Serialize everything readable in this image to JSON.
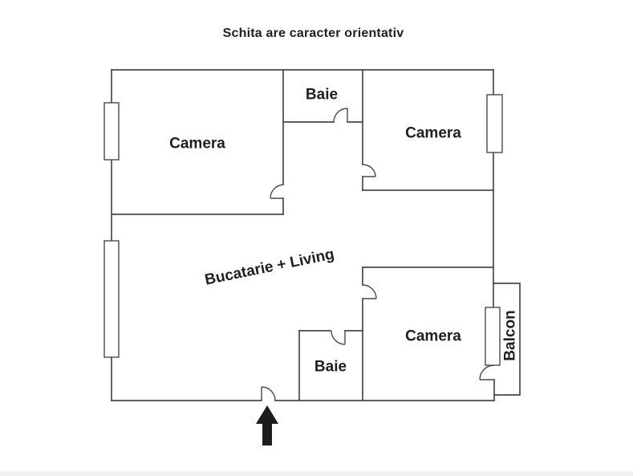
{
  "title": "Schita are caracter orientativ",
  "rooms": [
    {
      "name": "camera-top-left",
      "label": "Camera"
    },
    {
      "name": "baie-top",
      "label": "Baie"
    },
    {
      "name": "camera-top-right",
      "label": "Camera"
    },
    {
      "name": "kitchen-living",
      "label": "Bucatarie + Living"
    },
    {
      "name": "camera-bottom-right",
      "label": "Camera"
    },
    {
      "name": "baie-bottom",
      "label": "Baie"
    },
    {
      "name": "balcony",
      "label": "Balcon"
    }
  ],
  "icons": [
    {
      "name": "entrance-arrow-icon",
      "meaning": "entrance direction pointing up into apartment"
    }
  ],
  "colors": {
    "wall": "#4a4a4a",
    "text": "#1f1f1f",
    "arrow": "#1c1c1c",
    "background": "#ffffff",
    "bottom-strip": "#f2f2f2"
  }
}
